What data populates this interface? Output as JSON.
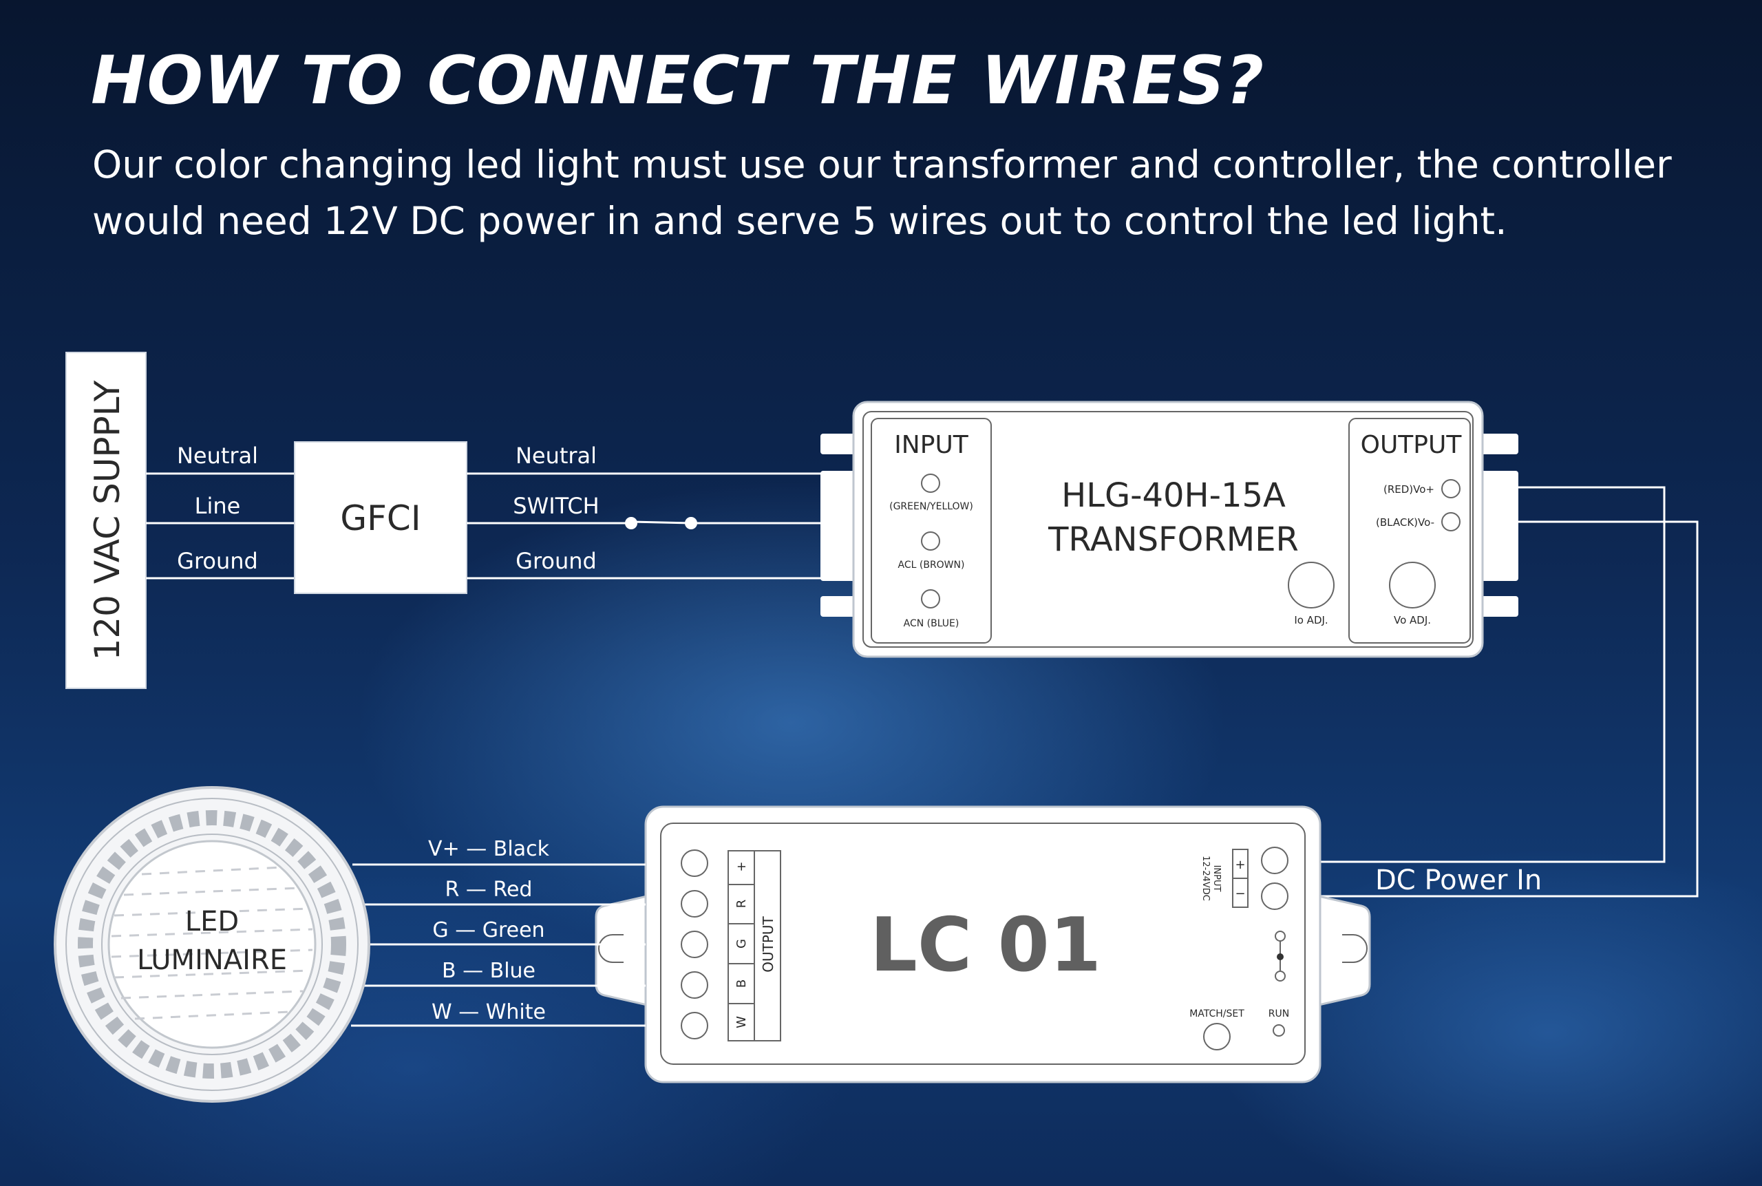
{
  "title": "HOW TO CONNECT THE WIRES?",
  "subtitle": "Our color changing led light must use our transformer and controller, the controller would need 12V DC power in and serve 5 wires out to control the led light.",
  "supply": {
    "label": "120 VAC SUPPLY"
  },
  "gfci": {
    "label": "GFCI",
    "left_wires": [
      "Neutral",
      "Line",
      "Ground"
    ],
    "right_wires": [
      "Neutral",
      "SWITCH",
      "Ground"
    ]
  },
  "transformer": {
    "title_line1": "HLG-40H-15A",
    "title_line2": "TRANSFORMER",
    "input_label": "INPUT",
    "input_terminals": [
      "(GREEN/YELLOW)",
      "ACL (BROWN)",
      "ACN (BLUE)"
    ],
    "output_label": "OUTPUT",
    "output_terminals": [
      "(RED)Vo+",
      "(BLACK)Vo-"
    ],
    "io_adj": "Io ADJ.",
    "vo_adj": "Vo ADJ."
  },
  "controller": {
    "name": "LC 01",
    "output_label": "OUTPUT",
    "output_terminals": [
      "+",
      "R",
      "G",
      "B",
      "W"
    ],
    "input_plus": "+",
    "input_minus": "−",
    "input_line1": "INPUT",
    "input_line2": "12-24VDC",
    "match_set": "MATCH/SET",
    "run": "RUN"
  },
  "dc_power_label": "DC Power In",
  "led": {
    "line1": "LED",
    "line2": "LUMINAIRE"
  },
  "output_wires": [
    "V+ — Black",
    "R — Red",
    "G — Green",
    "B — Blue",
    "W — White"
  ]
}
